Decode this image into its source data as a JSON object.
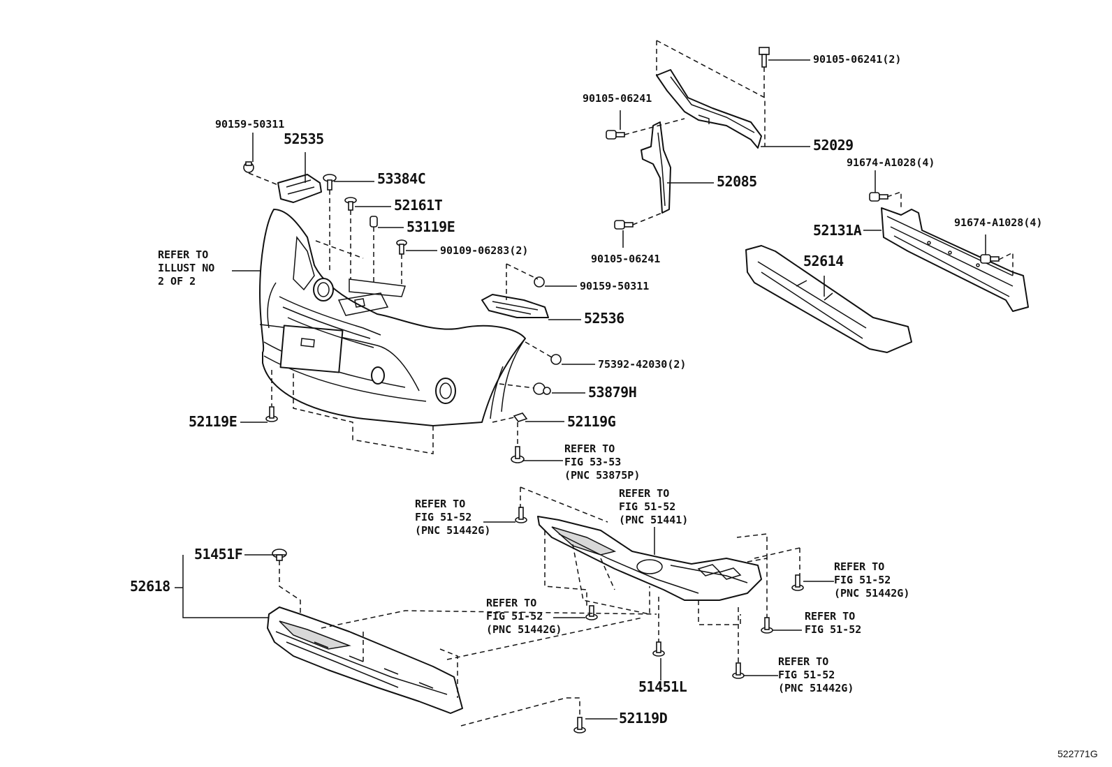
{
  "labels": {
    "p90159_50311_top": "90159-50311",
    "p52535": "52535",
    "p53384C": "53384C",
    "p52161T": "52161T",
    "p53119E": "53119E",
    "p90109_06283": "90109-06283(2)",
    "p90159_50311_mid": "90159-50311",
    "p52536": "52536",
    "p75392_42030": "75392-42030(2)",
    "p53879H": "53879H",
    "p52119G": "52119G",
    "p52119E": "52119E",
    "p90105_06241_2": "90105-06241(2)",
    "p90105_06241_a": "90105-06241",
    "p52029": "52029",
    "p52085": "52085",
    "p90105_06241_b": "90105-06241",
    "p91674_A1028_a": "91674-A1028(4)",
    "p52131A": "52131A",
    "p91674_A1028_b": "91674-A1028(4)",
    "p52614": "52614",
    "p51451F": "51451F",
    "p52618": "52618",
    "p51451L": "51451L",
    "p52119D": "52119D",
    "fig_id": "522771G"
  },
  "references": {
    "illust": [
      "REFER TO",
      "ILLUST NO",
      "2 OF 2"
    ],
    "fig53": [
      "REFER TO",
      "FIG 53-53",
      "(PNC 53875P)"
    ],
    "fig51_left": [
      "REFER TO",
      "FIG 51-52",
      "(PNC 51442G)"
    ],
    "fig51_center": [
      "REFER TO",
      "FIG 51-52",
      "(PNC 51441)"
    ],
    "fig51_right_top": [
      "REFER TO",
      "FIG 51-52",
      "(PNC 51442G)"
    ],
    "fig51_mid": [
      "REFER TO",
      "FIG 51-52",
      "(PNC 51442G)"
    ],
    "fig51_right_mid": [
      "REFER TO",
      "FIG 51-52"
    ],
    "fig51_right_bottom": [
      "REFER TO",
      "FIG 51-52",
      "(PNC 51442G)"
    ]
  }
}
